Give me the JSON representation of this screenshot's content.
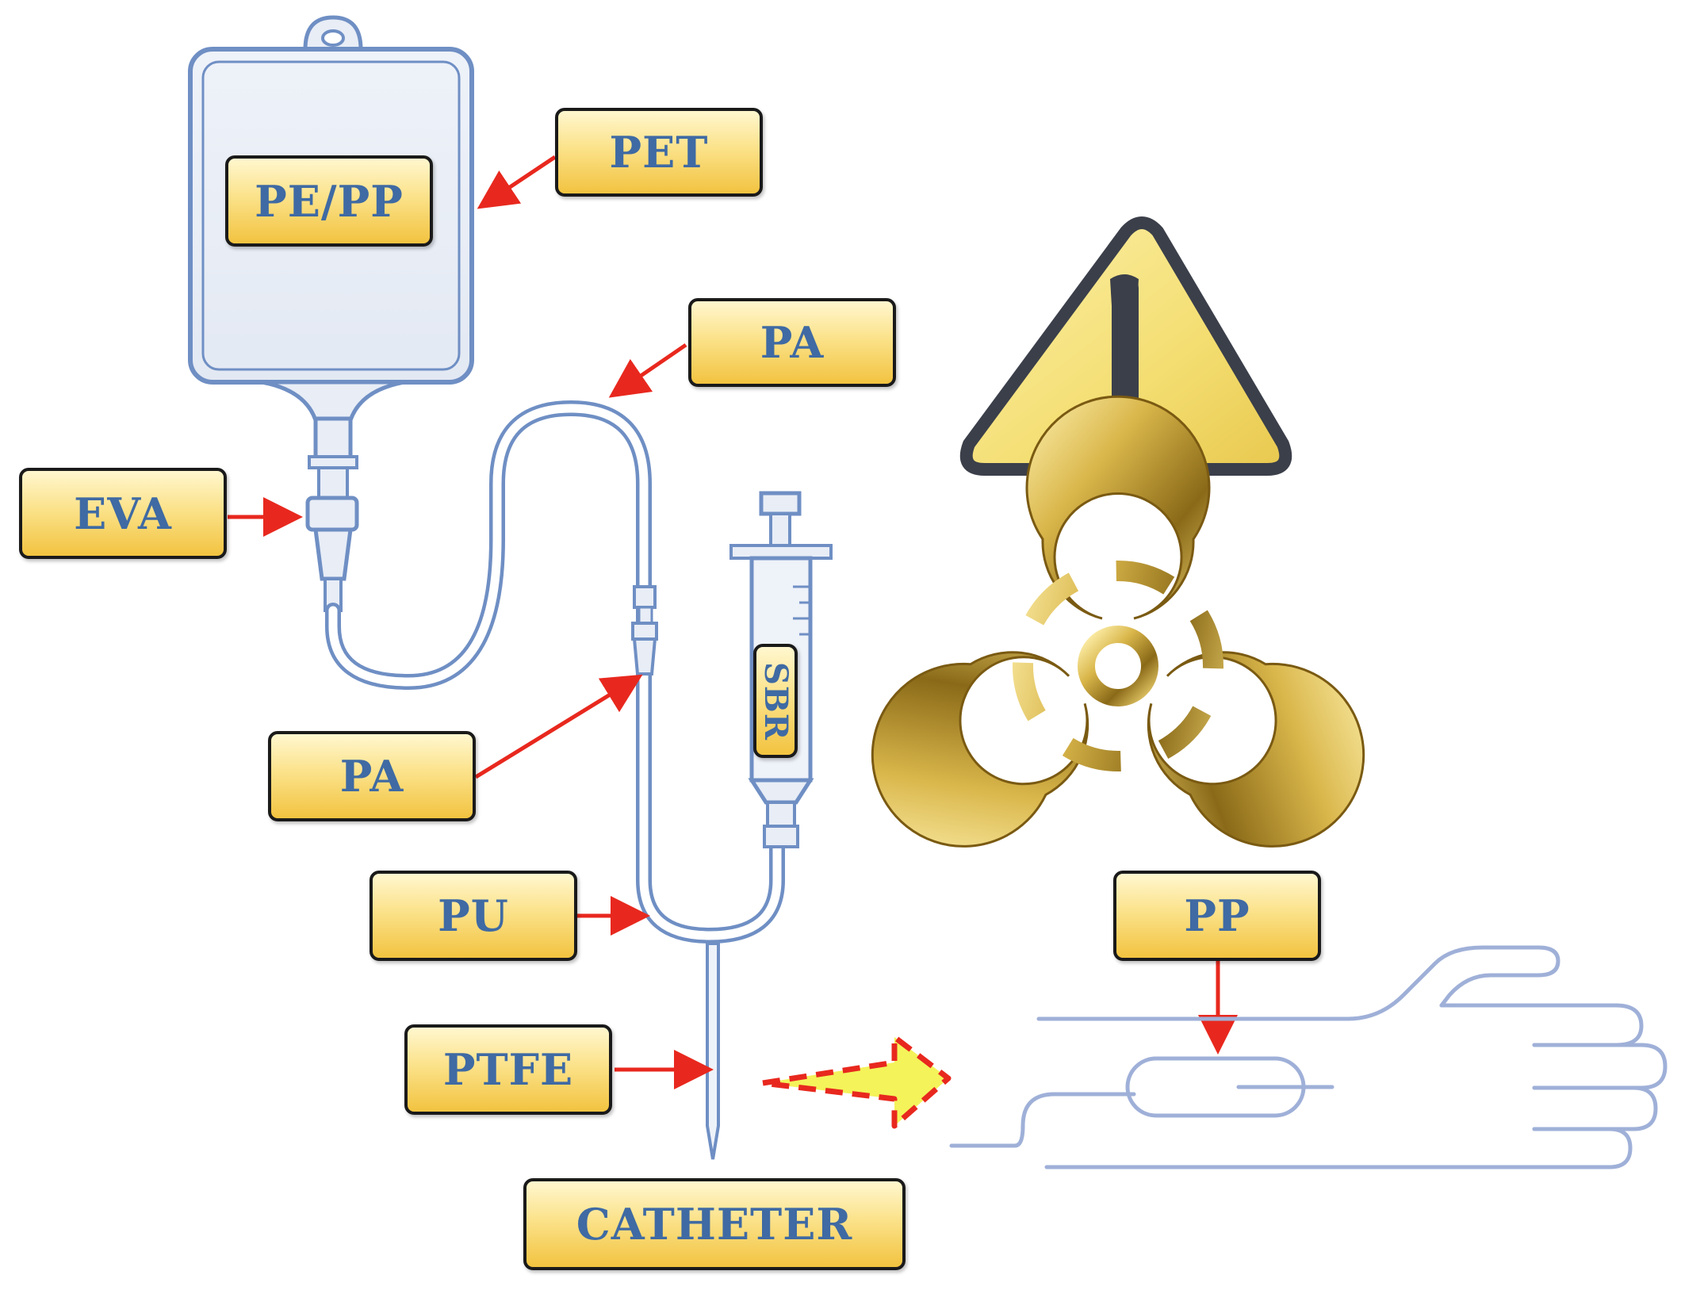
{
  "labels": {
    "bag_material": "PE/PP",
    "bag_film": "PET",
    "tubing_upper": "PA",
    "connector": "EVA",
    "tubing_lower": "PA",
    "syringe": "SBR",
    "y_junction": "PU",
    "needle": "PTFE",
    "catheter": "CATHETER",
    "patient": "PP"
  },
  "icons": {
    "warning": "warning-triangle-icon",
    "biohazard": "biohazard-icon",
    "arm": "arm-with-iv-cannula-icon",
    "iv_bag": "iv-bag-icon",
    "syringe": "syringe-icon"
  },
  "colors": {
    "label_fill": "#f7d56a",
    "label_text": "#3f6aa3",
    "arrow": "#e8281e",
    "outline": "#6f8fc4",
    "warning_fill": "#f5e27a",
    "biohazard_gold": "#c9a53a"
  }
}
